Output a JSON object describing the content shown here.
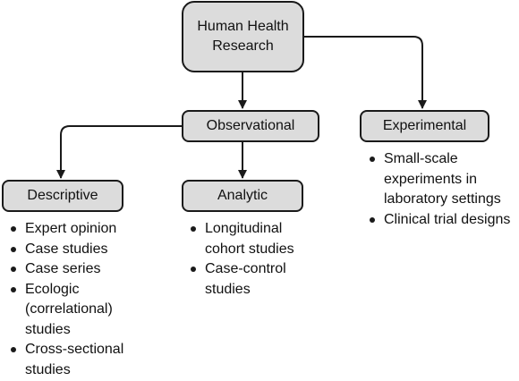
{
  "diagram": {
    "root": {
      "line1": "Human Health",
      "line2": "Research"
    },
    "observational": {
      "label": "Observational"
    },
    "experimental": {
      "label": "Experimental",
      "items": [
        "Small-scale experiments in laboratory settings",
        "Clinical trial designs"
      ]
    },
    "descriptive": {
      "label": "Descriptive",
      "items": [
        "Expert opinion",
        "Case studies",
        "Case series",
        "Ecologic (correlational) studies",
        "Cross-sectional studies"
      ]
    },
    "analytic": {
      "label": "Analytic",
      "items": [
        "Longitudinal cohort studies",
        "Case-control studies"
      ]
    }
  },
  "colors": {
    "box_fill": "#dcdcdc",
    "line": "#1a1a1a"
  }
}
